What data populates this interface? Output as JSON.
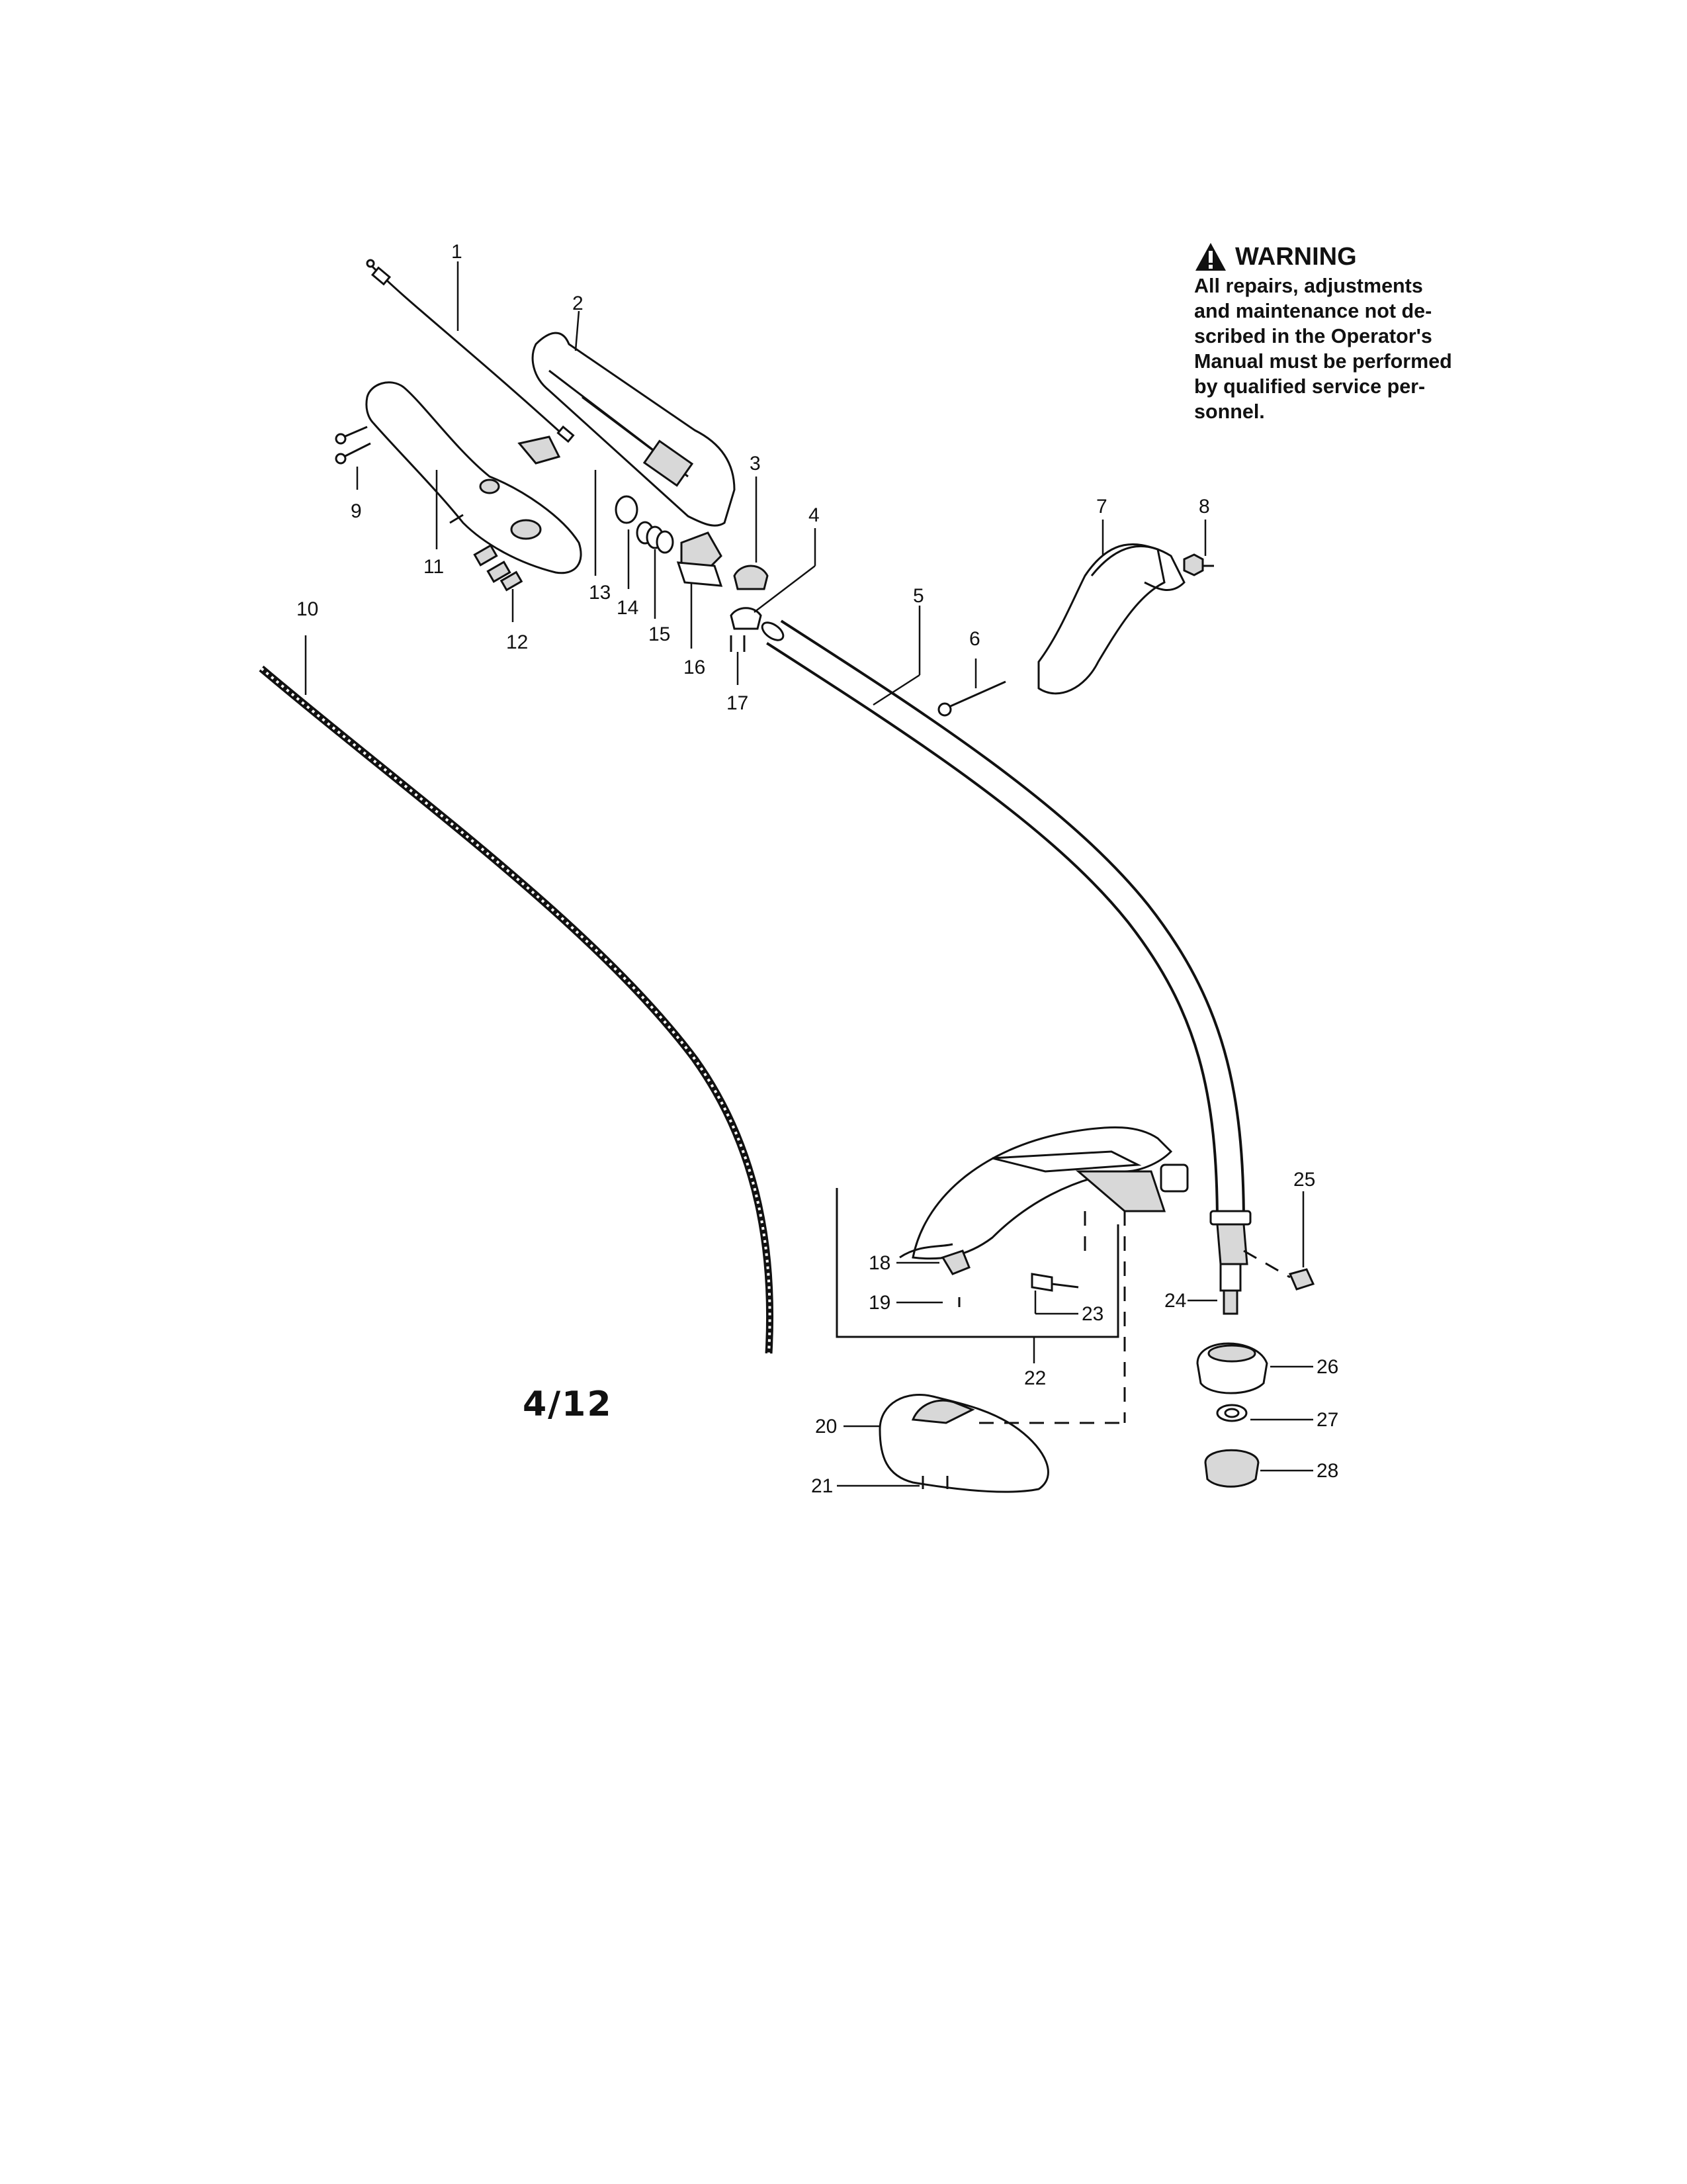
{
  "warning": {
    "title": "WARNING",
    "lines": [
      "All repairs, adjustments",
      "and maintenance not de-",
      "scribed in the Operator's",
      "Manual must be performed",
      "by qualified service per-",
      "sonnel."
    ]
  },
  "page_code": "4/12",
  "callouts": [
    "1",
    "2",
    "3",
    "4",
    "5",
    "6",
    "7",
    "8",
    "9",
    "10",
    "11",
    "12",
    "13",
    "14",
    "15",
    "16",
    "17",
    "18",
    "19",
    "20",
    "21",
    "22",
    "23",
    "24",
    "25",
    "26",
    "27",
    "28"
  ]
}
